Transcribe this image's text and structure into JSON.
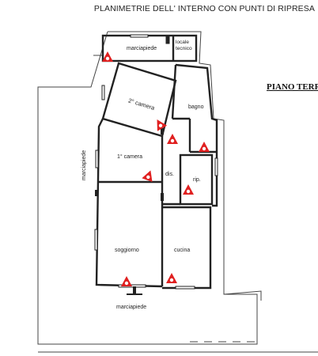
{
  "title": "PLANIMETRIE DELL' INTERNO CON PUNTI DI RIPRESA",
  "floor": "PIANO TERRA",
  "rooms": {
    "marciapiede_top": "marciapiede",
    "locale_tecnico_1": "locale",
    "locale_tecnico_2": "tecnico",
    "camera2": "2° camera",
    "bagno": "bagno",
    "camera1": "1° camera",
    "dis": "dis.",
    "rip": "rip.",
    "soggiorno": "soggiorno",
    "cucina": "cucina",
    "marciapiede_left": "marciapiede",
    "marciapiede_bottom": "marciapiede"
  },
  "colors": {
    "wall": "#222222",
    "camera_marker": "#e02020",
    "sidewalk": "#444444"
  },
  "camera_points": [
    {
      "id": "cam-1"
    },
    {
      "id": "cam-2"
    },
    {
      "id": "cam-3"
    },
    {
      "id": "cam-4"
    },
    {
      "id": "cam-5"
    },
    {
      "id": "cam-6"
    },
    {
      "id": "cam-7"
    },
    {
      "id": "cam-8"
    }
  ]
}
